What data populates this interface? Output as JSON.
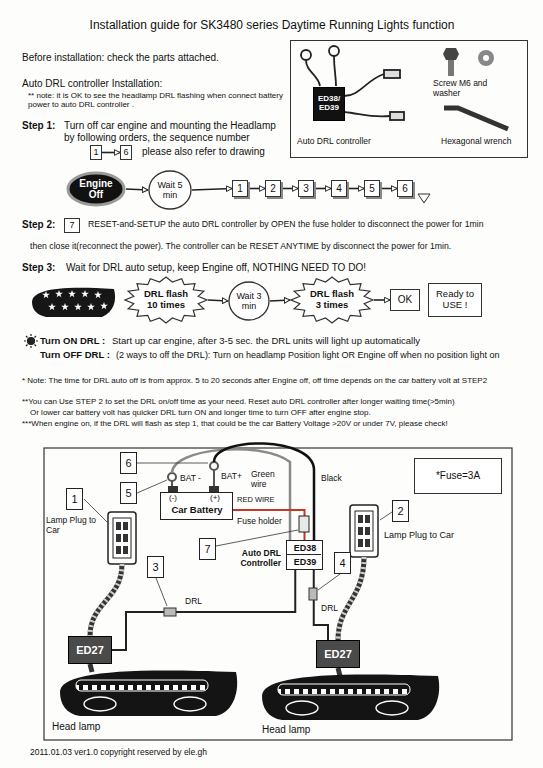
{
  "diagram": {
    "title": "Installation guide for SK3480 series Daytime Running Lights function",
    "nodes": [
      {
        "text": [
          "Engine Off"
        ]
      },
      {
        "text": [
          "Wait 5 min"
        ]
      },
      {
        "text": [
          "1"
        ]
      },
      {
        "text": [
          "2"
        ]
      },
      {
        "text": [
          "3"
        ]
      },
      {
        "text": [
          "4"
        ]
      },
      {
        "text": [
          "5"
        ]
      },
      {
        "text": [
          "6"
        ]
      },
      {
        "text": [
          "1"
        ]
      },
      {
        "text": [
          "6"
        ]
      },
      {
        "text": [
          "7"
        ]
      },
      {
        "text": [
          "DRL flash 10 times"
        ]
      },
      {
        "text": [
          "Wait 3 min"
        ]
      },
      {
        "text": [
          "DRL flash 3 times"
        ]
      },
      {
        "text": [
          "OK"
        ]
      },
      {
        "text": [
          "Ready to USE !"
        ]
      },
      {
        "text": [
          "Auto DRL controller",
          "Screw M6 and washer",
          "Hexagonal wrench"
        ]
      },
      {
        "text": [
          "ED38/ ED39"
        ],
        "in": 16
      },
      {
        "text": [
          "*Fuse=3A"
        ]
      },
      {
        "text": [
          "6"
        ]
      },
      {
        "text": [
          "5"
        ]
      },
      {
        "text": [
          "1"
        ]
      },
      {
        "text": [
          "2"
        ]
      },
      {
        "text": [
          "7"
        ]
      },
      {
        "text": [
          "3"
        ]
      },
      {
        "text": [
          "4"
        ]
      },
      {
        "text": [
          "(-)",
          "(+)",
          "Car Battery"
        ]
      },
      {
        "text": [
          "Auto DRL Controller",
          "ED38",
          "ED39"
        ]
      },
      {
        "text": [
          "ED27"
        ]
      },
      {
        "text": [
          "ED27"
        ]
      }
    ],
    "edges": [
      {
        "from": 0,
        "to": 1,
        "arrow": "to"
      },
      {
        "from": 1,
        "to": 2,
        "arrow": "to"
      },
      {
        "from": 2,
        "to": 3,
        "arrow": "to"
      },
      {
        "from": 3,
        "to": 4,
        "arrow": "to"
      },
      {
        "from": 4,
        "to": 5,
        "arrow": "to"
      },
      {
        "from": 5,
        "to": 6,
        "arrow": "to"
      },
      {
        "from": 6,
        "to": 7,
        "arrow": "to"
      },
      {
        "from": 8,
        "to": 9,
        "arrow": "to"
      },
      {
        "from": 11,
        "to": 12,
        "arrow": "to"
      },
      {
        "from": 12,
        "to": 13,
        "arrow": "to"
      },
      {
        "from": 13,
        "to": 14,
        "arrow": "to"
      },
      {
        "from": 26,
        "to": 27,
        "arrow": "none"
      },
      {
        "from": 27,
        "to": 28,
        "arrow": "none"
      },
      {
        "from": 27,
        "to": 29,
        "arrow": "none"
      }
    ],
    "labels": [
      "Before installation: check the parts attached.",
      "Auto DRL controller Installation:",
      "** note: it is OK to see the headlamp DRL flashing when connect battery power to auto DRL controller .",
      "Step 1:",
      "Turn off car engine and mounting the Headlamp by following orders, the sequence number",
      "please also refer to drawing",
      "Step 2:",
      "RESET-and-SETUP the auto DRL controller by OPEN the fuse holder to disconnect the power for 1min",
      "then close it(reconnect the power). The controller can be RESET ANYTIME by disconnect the power for 1min.",
      "Step 3:",
      "Wait for DRL auto setup, keep Engine off, NOTHING NEED TO DO!",
      "Turn ON DRL :",
      "Start up car engine, after 3-5 sec. the DRL units will light up automatically",
      "Turn OFF DRL :",
      "(2 ways to off the DRL): Turn on headlamp Position light OR Engine off when no position light on",
      "* Note: The time for DRL auto off is from approx. 5 to 20 seconds after Engine off, off time depends on the car battery volt at STEP2",
      "**You can Use STEP 2 to set the DRL on/off time as your need. Reset auto DRL controller after longer waiting time(>5min)",
      "Or lower car battery volt has quicker DRL turn ON and longer time to turn OFF after engine stop.",
      "***When engine on, if the DRL will flash as step 1, that could be the car Battery Voltage >20V or under 7V, please check!",
      "BAT -",
      "BAT+",
      "Green wire",
      "Black",
      "RED WIRE",
      "Fuse holder",
      "Lamp Plug to Car",
      "Lamp Plug to Car",
      "DRL",
      "DRL",
      "Head lamp",
      "Head lamp",
      "2011.01.03 ver1.0 copyright reserved by ele.gh"
    ]
  }
}
